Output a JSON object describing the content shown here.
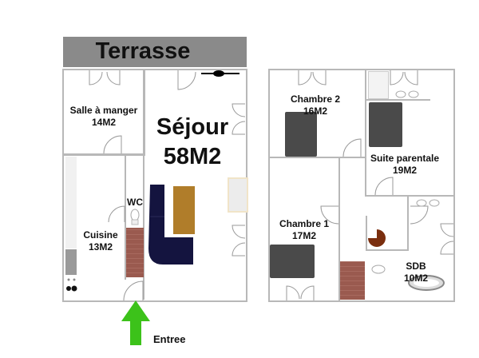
{
  "plan": {
    "ground_floor": {
      "terrace": {
        "label": "Terrasse",
        "color": "#8a8a8a"
      },
      "rooms": [
        {
          "name": "Salle à manger",
          "area": "14M2"
        },
        {
          "name": "Séjour",
          "area": "58M2"
        },
        {
          "name": "Cuisine",
          "area": "13M2"
        },
        {
          "name": "WC",
          "area": ""
        }
      ],
      "entrance": {
        "label": "Entree",
        "arrow_color": "#3cc21a"
      }
    },
    "upper_floor": {
      "rooms": [
        {
          "name": "Chambre 2",
          "area": "16M2"
        },
        {
          "name": "Suite parentale",
          "area": "19M2"
        },
        {
          "name": "Chambre 1",
          "area": "17M2"
        },
        {
          "name": "SDB",
          "area": "10M2"
        }
      ]
    },
    "colors": {
      "sofa": "#14143f",
      "coffee_table": "#b07d2a",
      "stairs": "#9a5a4f",
      "bed": "#4a4a4a",
      "spiral_stair": "#7a2e0e"
    }
  }
}
